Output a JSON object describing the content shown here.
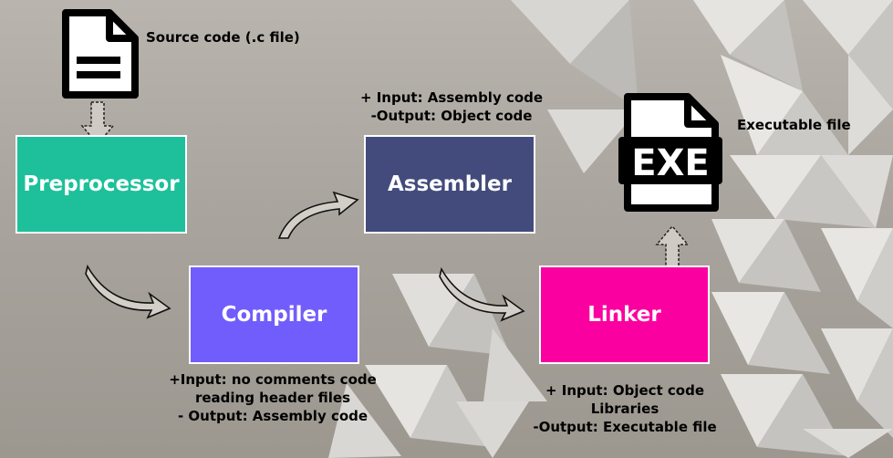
{
  "colors": {
    "preprocessor": "#1dc09a",
    "compiler": "#715dfc",
    "assembler": "#434b7d",
    "linker": "#fb00a0"
  },
  "stages": {
    "preprocessor": "Preprocessor",
    "compiler": "Compiler",
    "assembler": "Assembler",
    "linker": "Linker"
  },
  "labels": {
    "source": "Source code (.c file)",
    "executable": "Executable file",
    "exe_glyph": "EXE"
  },
  "notes": {
    "assembler": [
      "+ Input: Assembly code",
      "-Output: Object code"
    ],
    "compiler": [
      "+Input: no comments code",
      "reading header files",
      "- Output: Assembly code"
    ],
    "linker": [
      "+ Input: Object code",
      "Libraries",
      "-Output: Executable file"
    ]
  },
  "icons": {
    "source": "document-icon",
    "executable": "exe-file-icon",
    "arrows": "curved-arrow-icon"
  }
}
